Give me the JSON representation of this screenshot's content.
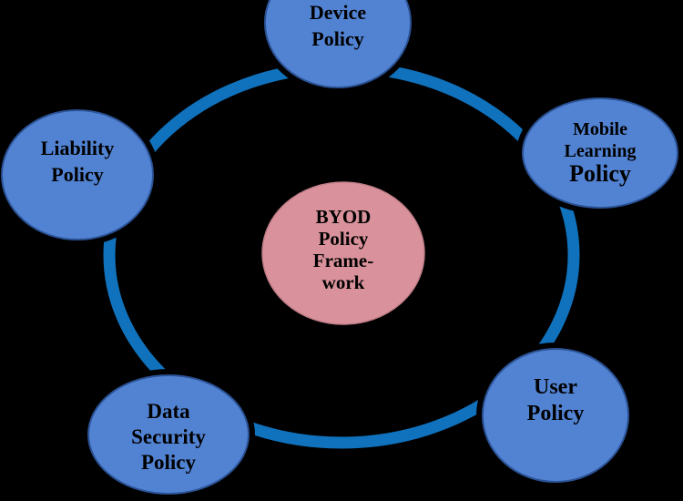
{
  "diagram": {
    "type": "cycle-diagram",
    "colors": {
      "background": "#000000",
      "ring": "#1072bd",
      "node_fill": "#5283d3",
      "node_border": "#2b5295",
      "center_fill": "#d9929b",
      "center_border": "#c07e88",
      "text": "#000000"
    },
    "center": {
      "label": "BYOD Policy Frame-work",
      "lines": [
        "BYOD",
        "Policy",
        "Frame-",
        "work"
      ]
    },
    "nodes": [
      {
        "id": "device-policy",
        "label": "Device Policy",
        "lines": [
          "Device",
          "Policy"
        ]
      },
      {
        "id": "mobile-learning-policy",
        "label": "Mobile Learning Policy",
        "lines": [
          "Mobile",
          "Learning",
          "Policy"
        ]
      },
      {
        "id": "user-policy",
        "label": "User Policy",
        "lines": [
          "User",
          "Policy"
        ]
      },
      {
        "id": "data-security-policy",
        "label": "Data Security Policy",
        "lines": [
          "Data",
          "Security",
          "Policy"
        ]
      },
      {
        "id": "liability-policy",
        "label": "Liability Policy",
        "lines": [
          "Liability",
          "Policy"
        ]
      }
    ]
  }
}
